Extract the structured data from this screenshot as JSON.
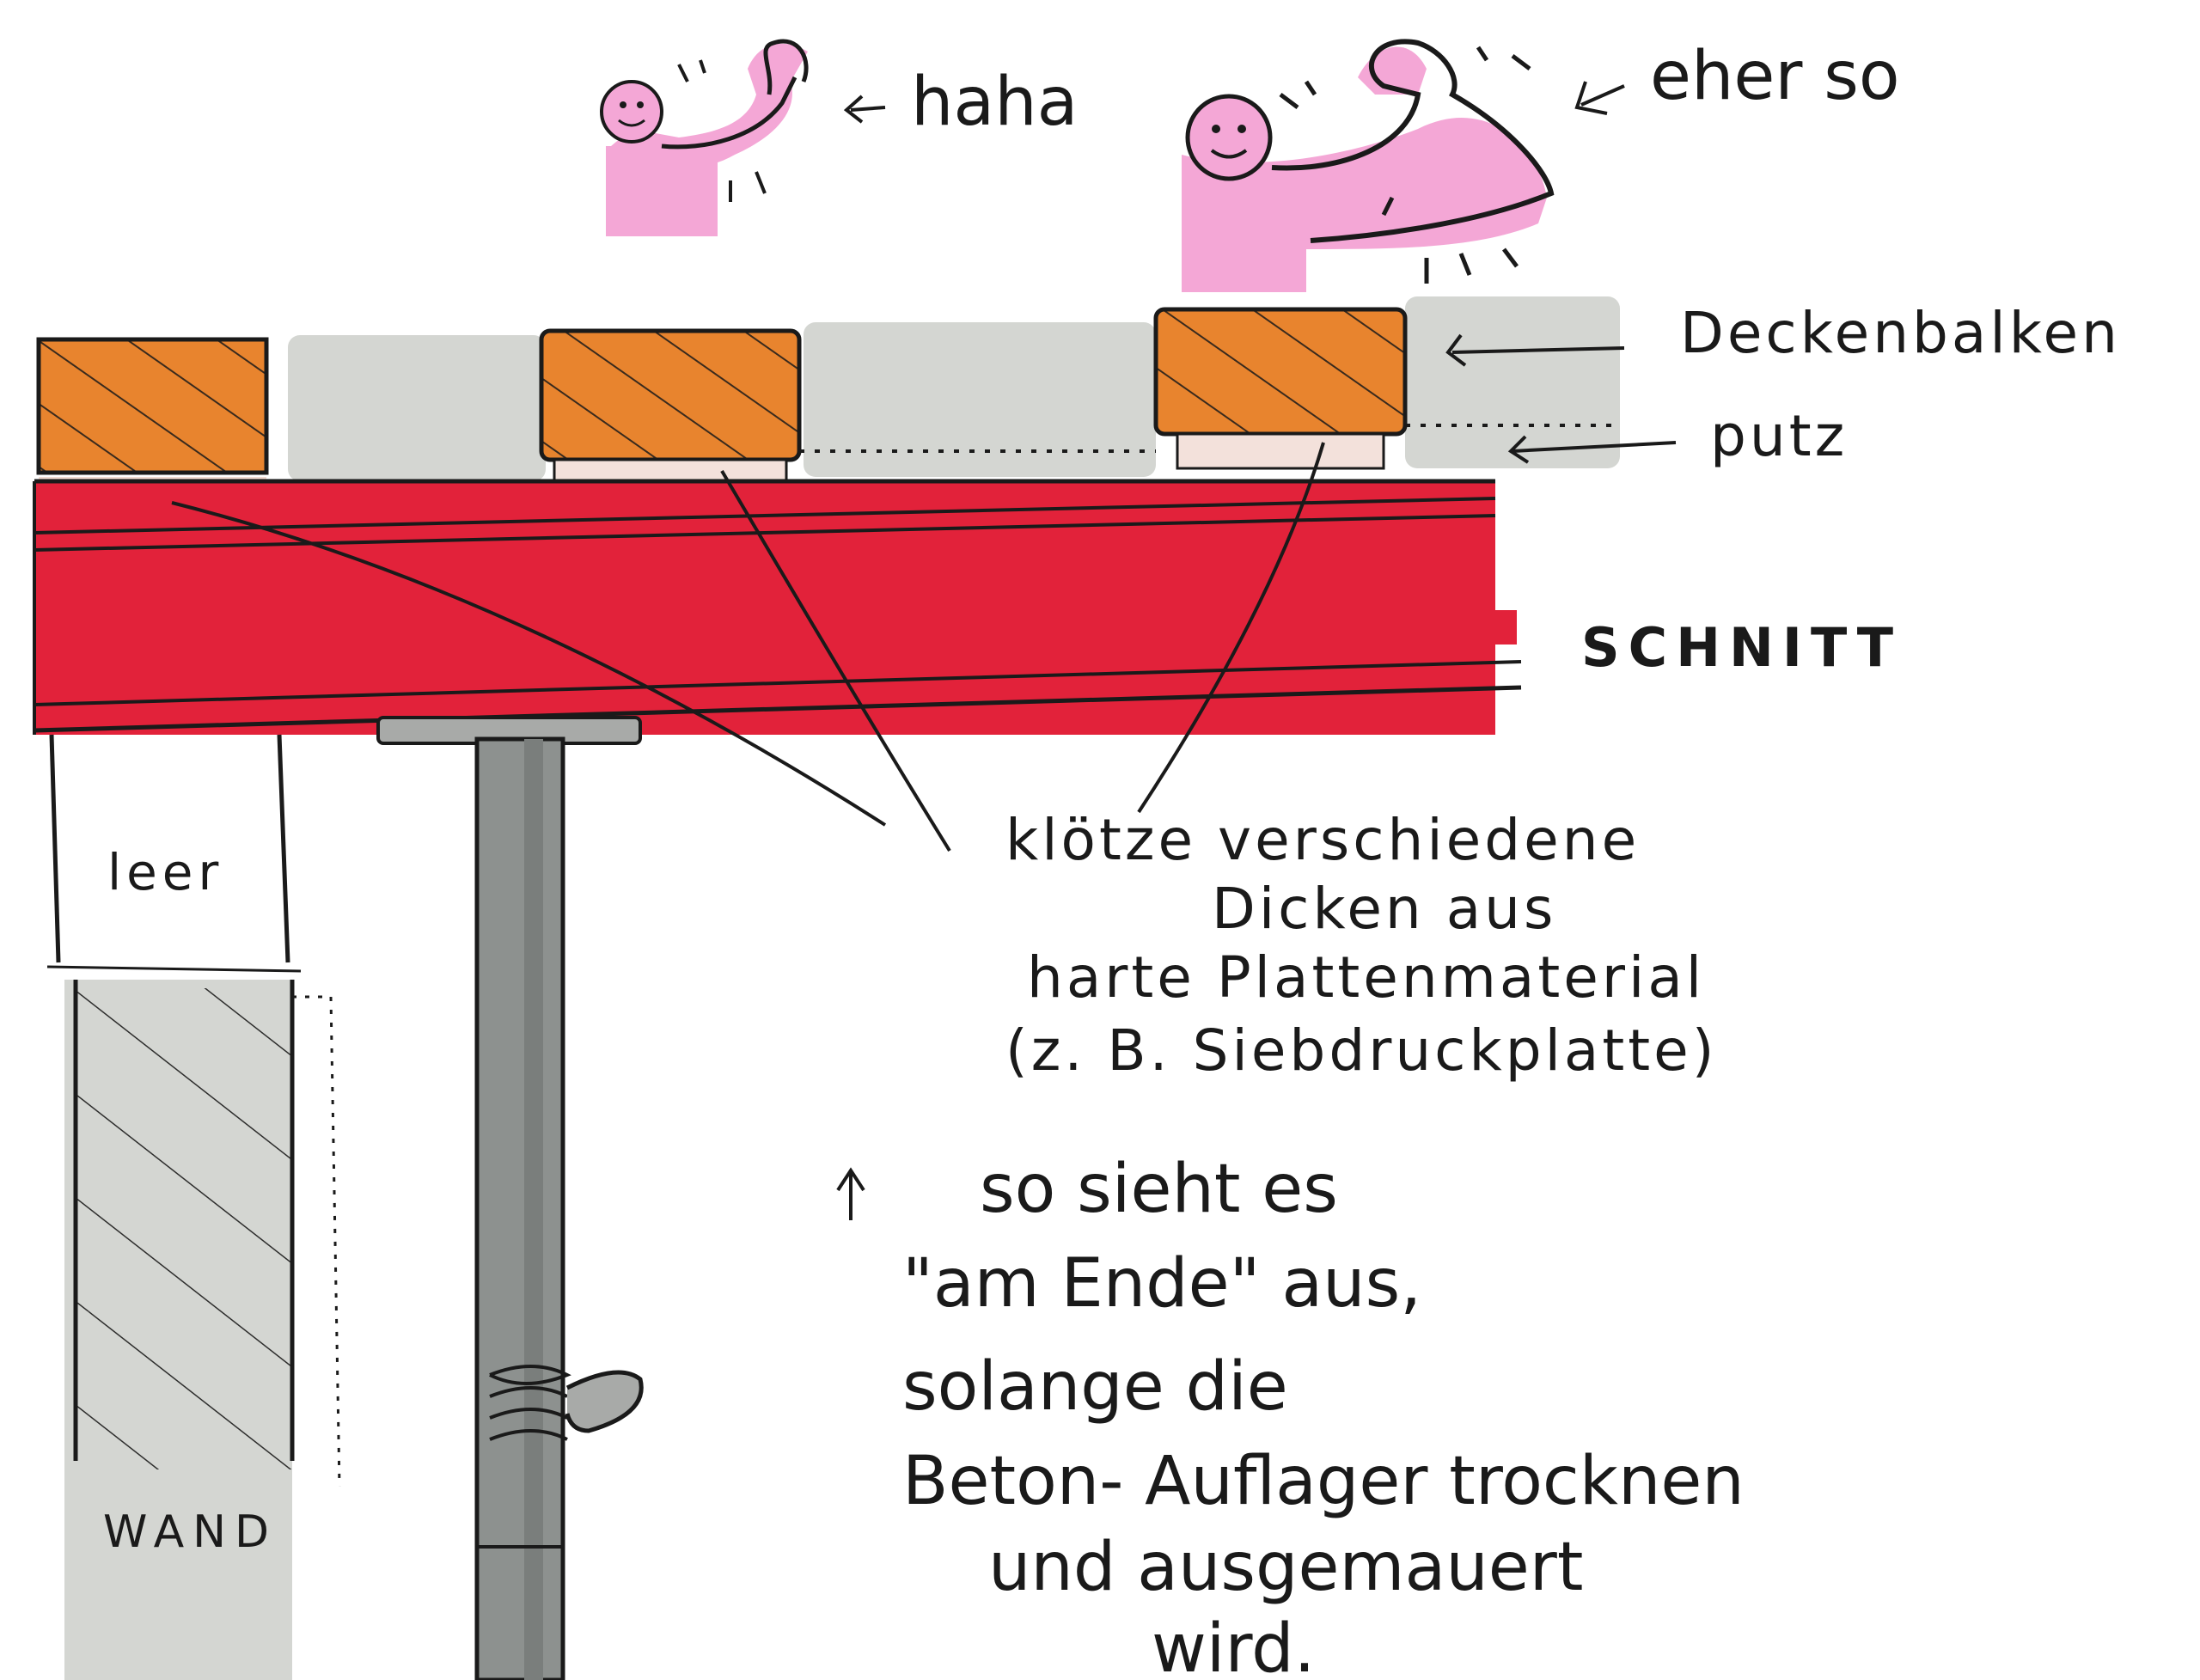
{
  "labels": {
    "haha": "haha",
    "eher_so": "eher so",
    "deckenbalken": "Deckenbalken",
    "putz": "putz",
    "schnitt": "SCHNITT",
    "leer": "leer",
    "wand": "WAND"
  },
  "note_blocks": [
    "klötze verschiedene",
    "Dicken aus",
    "harte Plattenmaterial",
    "(z. B. Siebdruckplatte)"
  ],
  "note_end": [
    "so sieht es",
    "\"am Ende\" aus,",
    "solange die",
    "Beton- Auflager trocknen",
    "und ausgemauert",
    "wird."
  ],
  "colors": {
    "beam_red": "#e2223a",
    "joist_orange": "#e8842e",
    "grey_fill": "#d4d6d2",
    "figure_pink": "#f4a7d6",
    "ink": "#1a1a1a",
    "prop_grey": "#8d918f"
  }
}
